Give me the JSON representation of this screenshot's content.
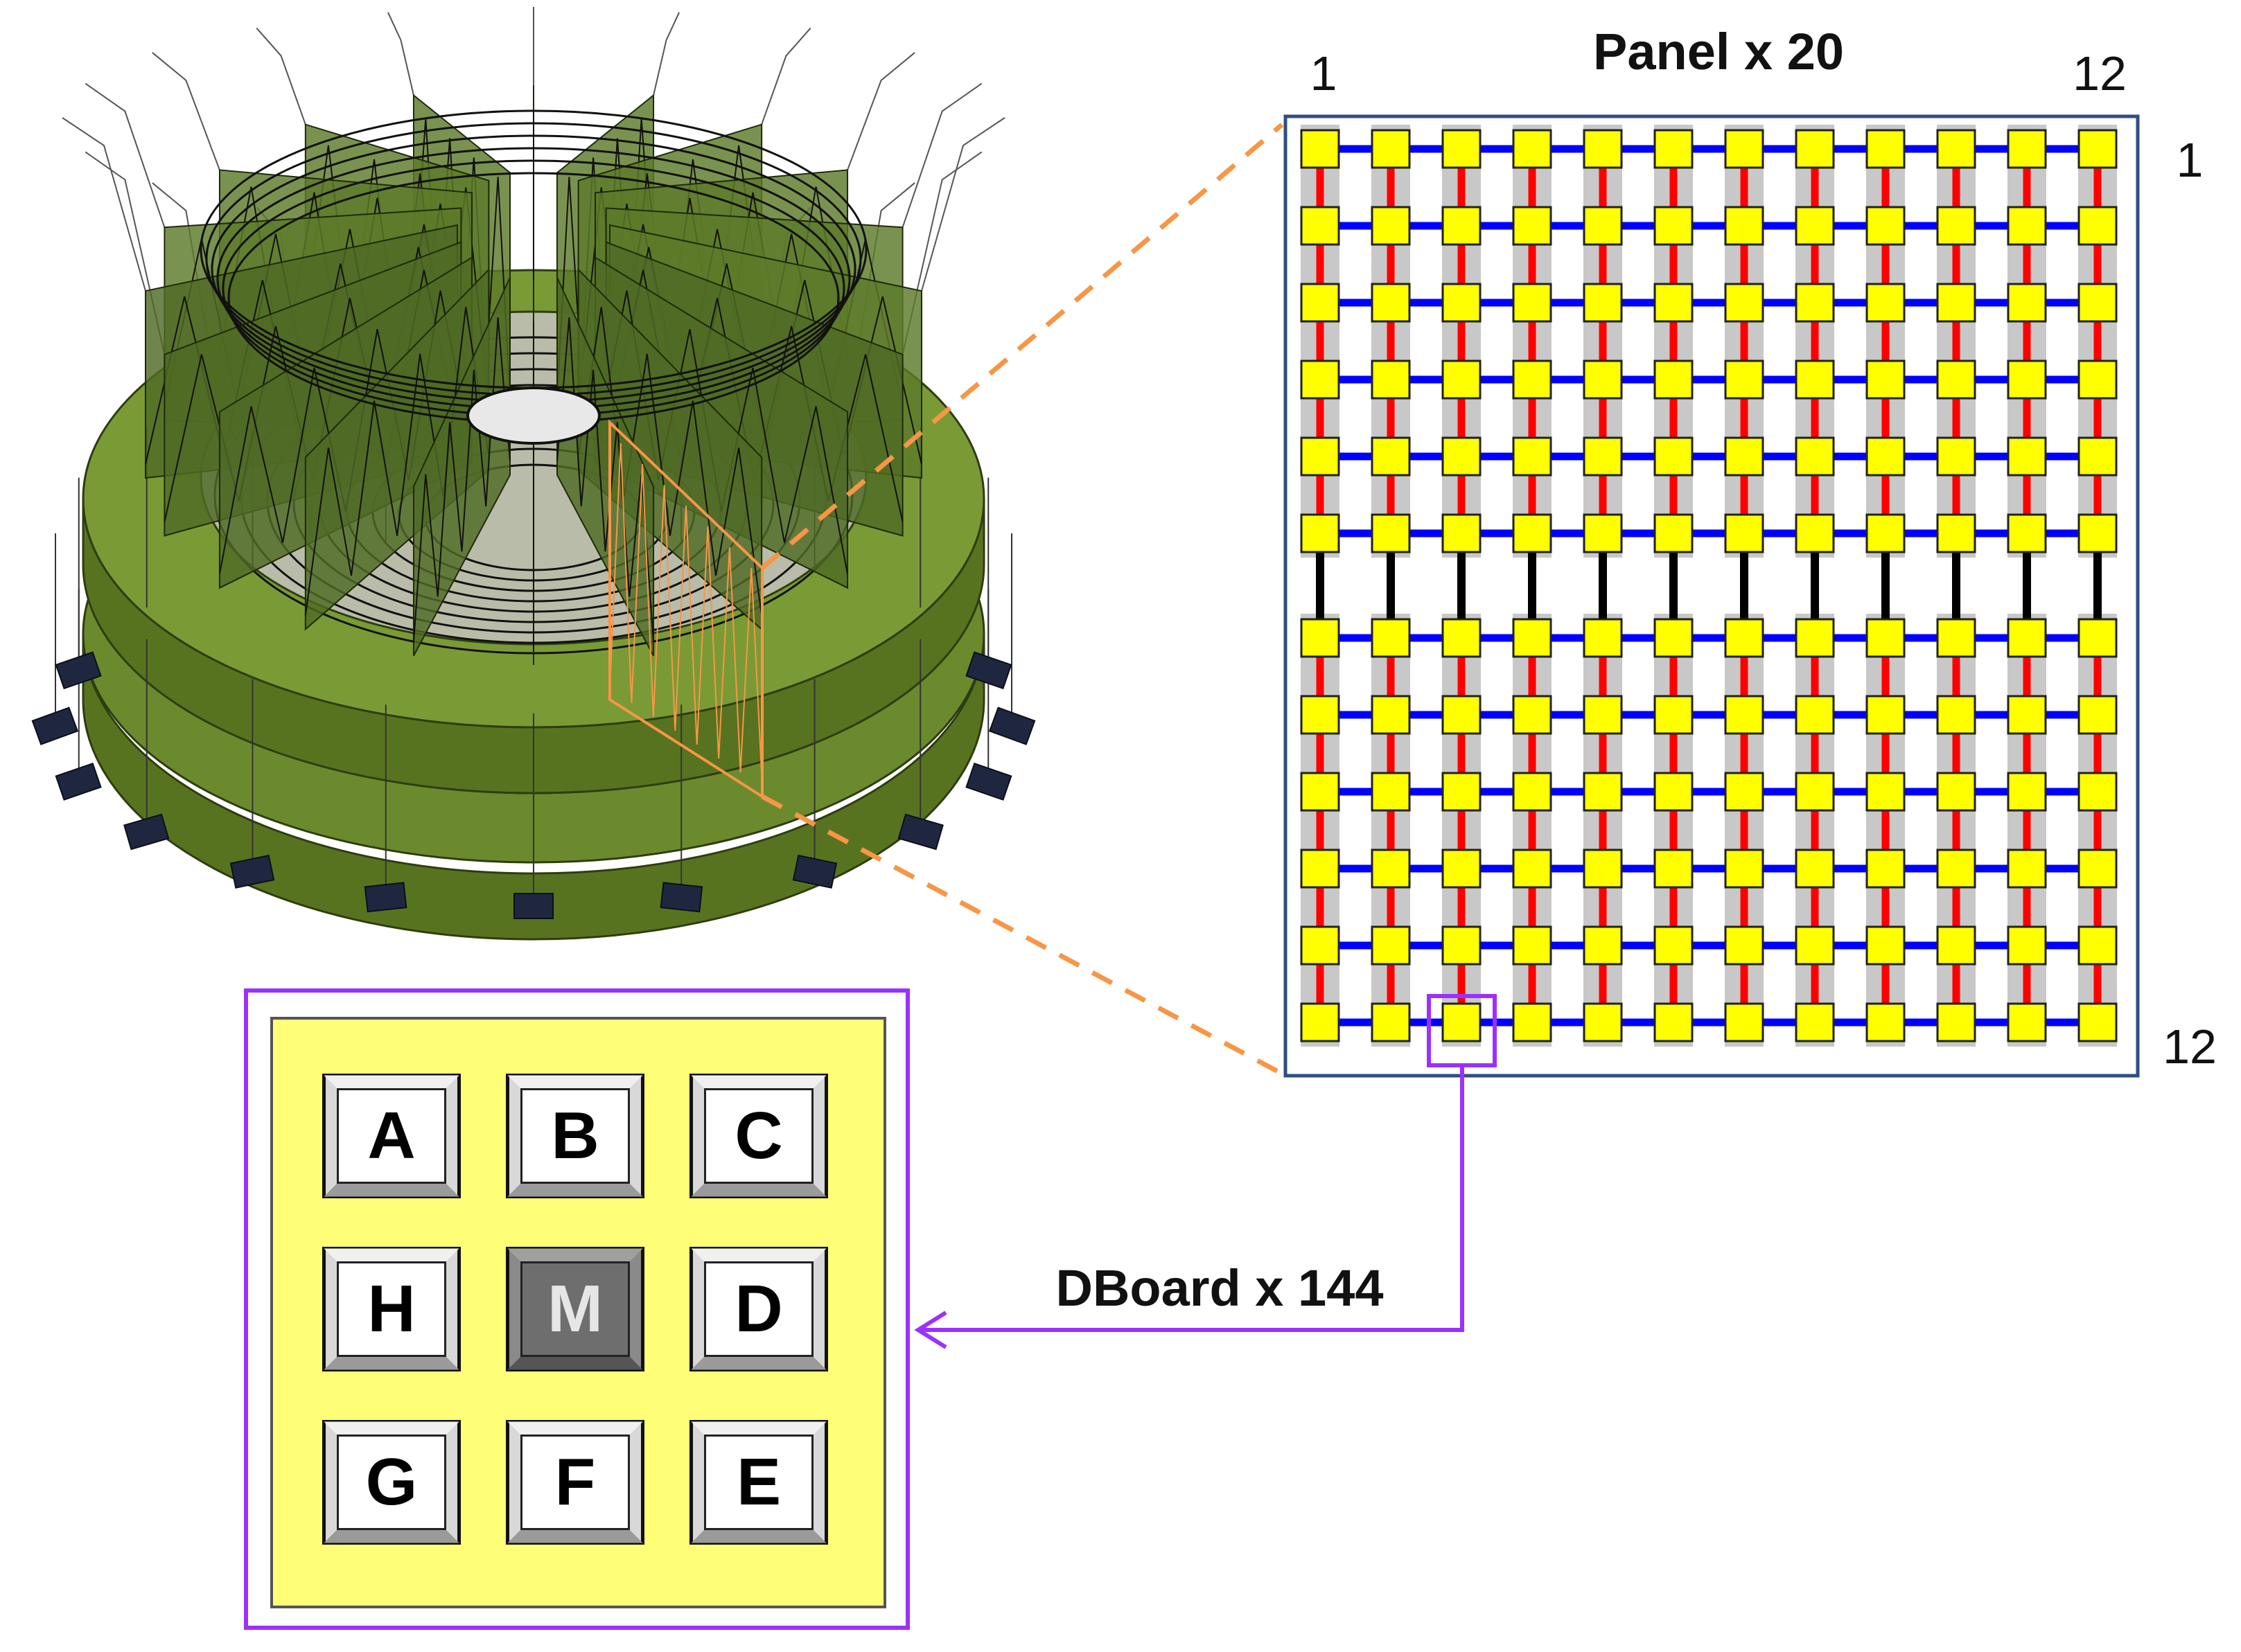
{
  "panel": {
    "title": "Panel x 20",
    "col_first": "1",
    "col_last": "12",
    "row_first": "1",
    "row_last": "12",
    "rows": 12,
    "cols": 12,
    "gap_after_row": 6
  },
  "dboard": {
    "label": "DBoard x 144",
    "pads": [
      {
        "id": "A",
        "label": "A",
        "highlight": false
      },
      {
        "id": "B",
        "label": "B",
        "highlight": false
      },
      {
        "id": "C",
        "label": "C",
        "highlight": false
      },
      {
        "id": "H",
        "label": "H",
        "highlight": false
      },
      {
        "id": "M",
        "label": "M",
        "highlight": true
      },
      {
        "id": "D",
        "label": "D",
        "highlight": false
      },
      {
        "id": "G",
        "label": "G",
        "highlight": false
      },
      {
        "id": "F",
        "label": "F",
        "highlight": false
      },
      {
        "id": "E",
        "label": "E",
        "highlight": false
      }
    ]
  },
  "detector": {
    "sectors": 20
  },
  "colors": {
    "pad_fill": "#ffff00",
    "horizontal_link": "#0000ff",
    "vertical_link": "#ff0000",
    "bridge_link": "#000000",
    "callout": "#f79646",
    "selector": "#9b30ff",
    "board_fill": "#ffff77",
    "disk_green": "#6b8a2e",
    "blade_green": "#4f6a24",
    "panel_border": "#2f4f7f"
  }
}
